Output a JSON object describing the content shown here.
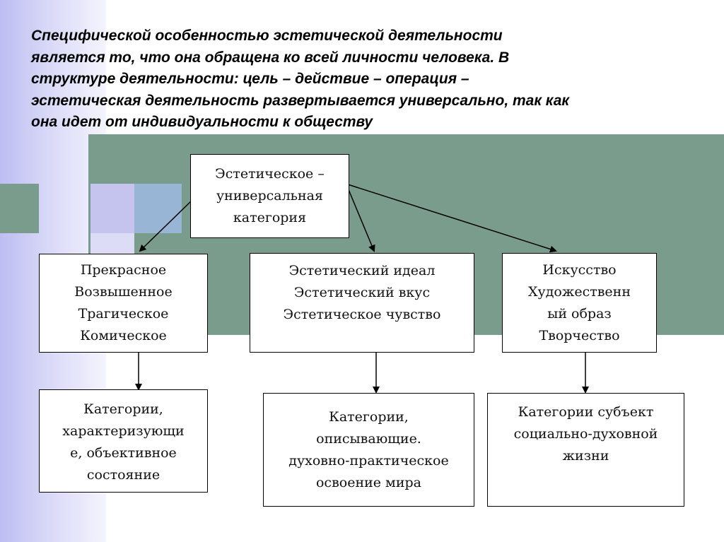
{
  "heading": {
    "lines": [
      "Специфической особенностью эстетической деятельности",
      "является то, что она обращена ко всей личности человека. В",
      "структуре деятельности: цель – действие – операция –",
      "эстетическая деятельность развертывается универсально, так как",
      "она идет от индивидуальности к обществу"
    ]
  },
  "diagram": {
    "root": {
      "lines": [
        "Эстетическое –",
        "универсальная",
        "категория"
      ]
    },
    "level1": [
      {
        "lines": [
          "Прекрасное",
          "Возвышенное",
          "Трагическое",
          "Комическое"
        ]
      },
      {
        "lines": [
          "Эстетический идеал",
          "Эстетический вкус",
          "Эстетическое чувство"
        ]
      },
      {
        "lines": [
          "Искусство",
          "Художественн",
          "ый образ",
          "Творчество"
        ]
      }
    ],
    "level2": [
      {
        "lines": [
          "Категории,",
          "характеризующи",
          "е, объективное",
          "состояние"
        ]
      },
      {
        "lines": [
          "Категории,",
          "описывающие.",
          "духовно-практическое",
          "освоение мира"
        ]
      },
      {
        "lines": [
          "Категории субъект",
          "социально-духовной",
          "жизни"
        ]
      }
    ]
  },
  "colors": {
    "accent_green": "#7a9c8c",
    "accent_lavender": "#b9b9ee",
    "accent_blue": "#99b5d6",
    "text": "#000000"
  }
}
